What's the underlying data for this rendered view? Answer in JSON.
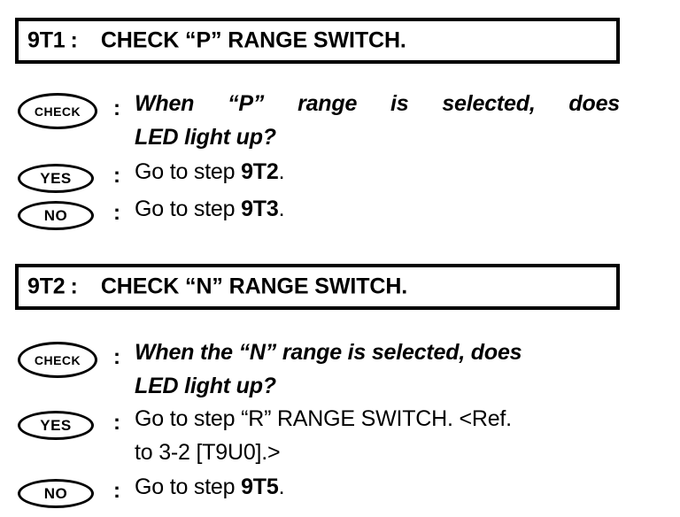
{
  "document": {
    "type": "troubleshooting-flowchart",
    "background_color": "#ffffff",
    "text_color": "#000000"
  },
  "sections": [
    {
      "step_id": "9T1",
      "colon": ":",
      "title": "CHECK “P” RANGE SWITCH.",
      "rows": [
        {
          "badge": "CHECK",
          "colon": ":",
          "line1": "When  “P”  range  is  selected,  does",
          "line2": "LED light up?"
        },
        {
          "badge": "YES",
          "colon": ":",
          "text_prefix": "Go to step ",
          "text_strong": "9T2",
          "text_suffix": "."
        },
        {
          "badge": "NO",
          "colon": ":",
          "text_prefix": "Go to step ",
          "text_strong": "9T3",
          "text_suffix": "."
        }
      ]
    },
    {
      "step_id": "9T2",
      "colon": ":",
      "title": "CHECK “N” RANGE SWITCH.",
      "rows": [
        {
          "badge": "CHECK",
          "colon": ":",
          "line1": "When the “N” range is selected, does",
          "line2": "LED light up?"
        },
        {
          "badge": "YES",
          "colon": ":",
          "line1": "Go to step “R” RANGE SWITCH. <Ref.",
          "line2": "to 3-2 [T9U0].>"
        },
        {
          "badge": "NO",
          "colon": ":",
          "text_prefix": "Go to step ",
          "text_strong": "9T5",
          "text_suffix": "."
        }
      ]
    }
  ]
}
